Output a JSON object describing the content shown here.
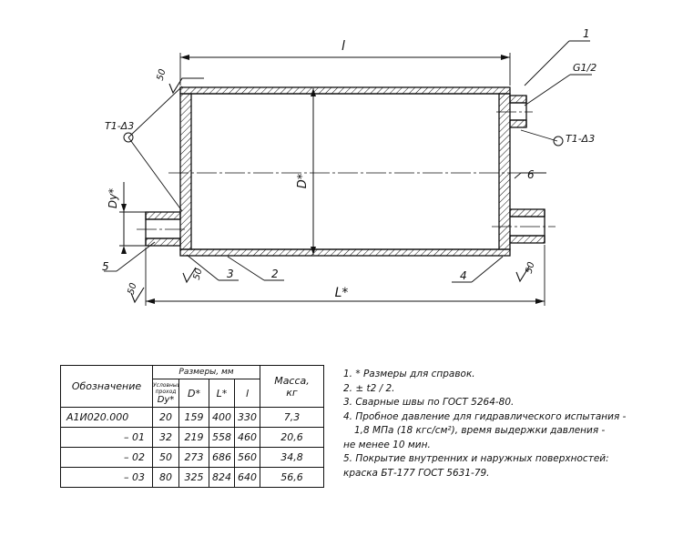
{
  "drawing": {
    "labels": {
      "len_inner": "l",
      "len_total": "L*",
      "diameter": "D*",
      "nozzle_d": "Dy*",
      "thread": "G1/2",
      "weld_left": "T1-Δ3",
      "weld_right": "T1-Δ3",
      "rough_tl": "50",
      "rough_bl": "50",
      "rough_bc": "50",
      "rough_br": "50",
      "pos1": "1",
      "pos2": "2",
      "pos3": "3",
      "pos4": "4",
      "pos5": "5",
      "pos6": "6"
    }
  },
  "table": {
    "h_designation": "Обозначение",
    "h_sizes": "Размеры, мм",
    "h_mass1": "Масса,",
    "h_mass2": "кг",
    "h_dy_top": "Условный проход",
    "h_dy": "Dу*",
    "h_D": "D*",
    "h_L": "L*",
    "h_l": "l",
    "rows": [
      {
        "des": "А1И020.000",
        "dy": "20",
        "D": "159",
        "L": "400",
        "l": "330",
        "m": "7,3"
      },
      {
        "des": "– 01",
        "dy": "32",
        "D": "219",
        "L": "558",
        "l": "460",
        "m": "20,6"
      },
      {
        "des": "– 02",
        "dy": "50",
        "D": "273",
        "L": "686",
        "l": "560",
        "m": "34,8"
      },
      {
        "des": "– 03",
        "dy": "80",
        "D": "325",
        "L": "824",
        "l": "640",
        "m": "56,6"
      }
    ]
  },
  "notes": [
    "1. * Размеры для справок.",
    "2. ± t2 / 2.",
    "3. Сварные швы по ГОСТ 5264-80.",
    "4. Пробное давление для гидравлического испытания -",
    "1,8 МПа (18 кгс/см²), время выдержки давления -",
    "не менее 10 мин.",
    "5. Покрытие внутренних и наружных поверхностей:",
    "краска БТ-177 ГОСТ 5631-79."
  ]
}
